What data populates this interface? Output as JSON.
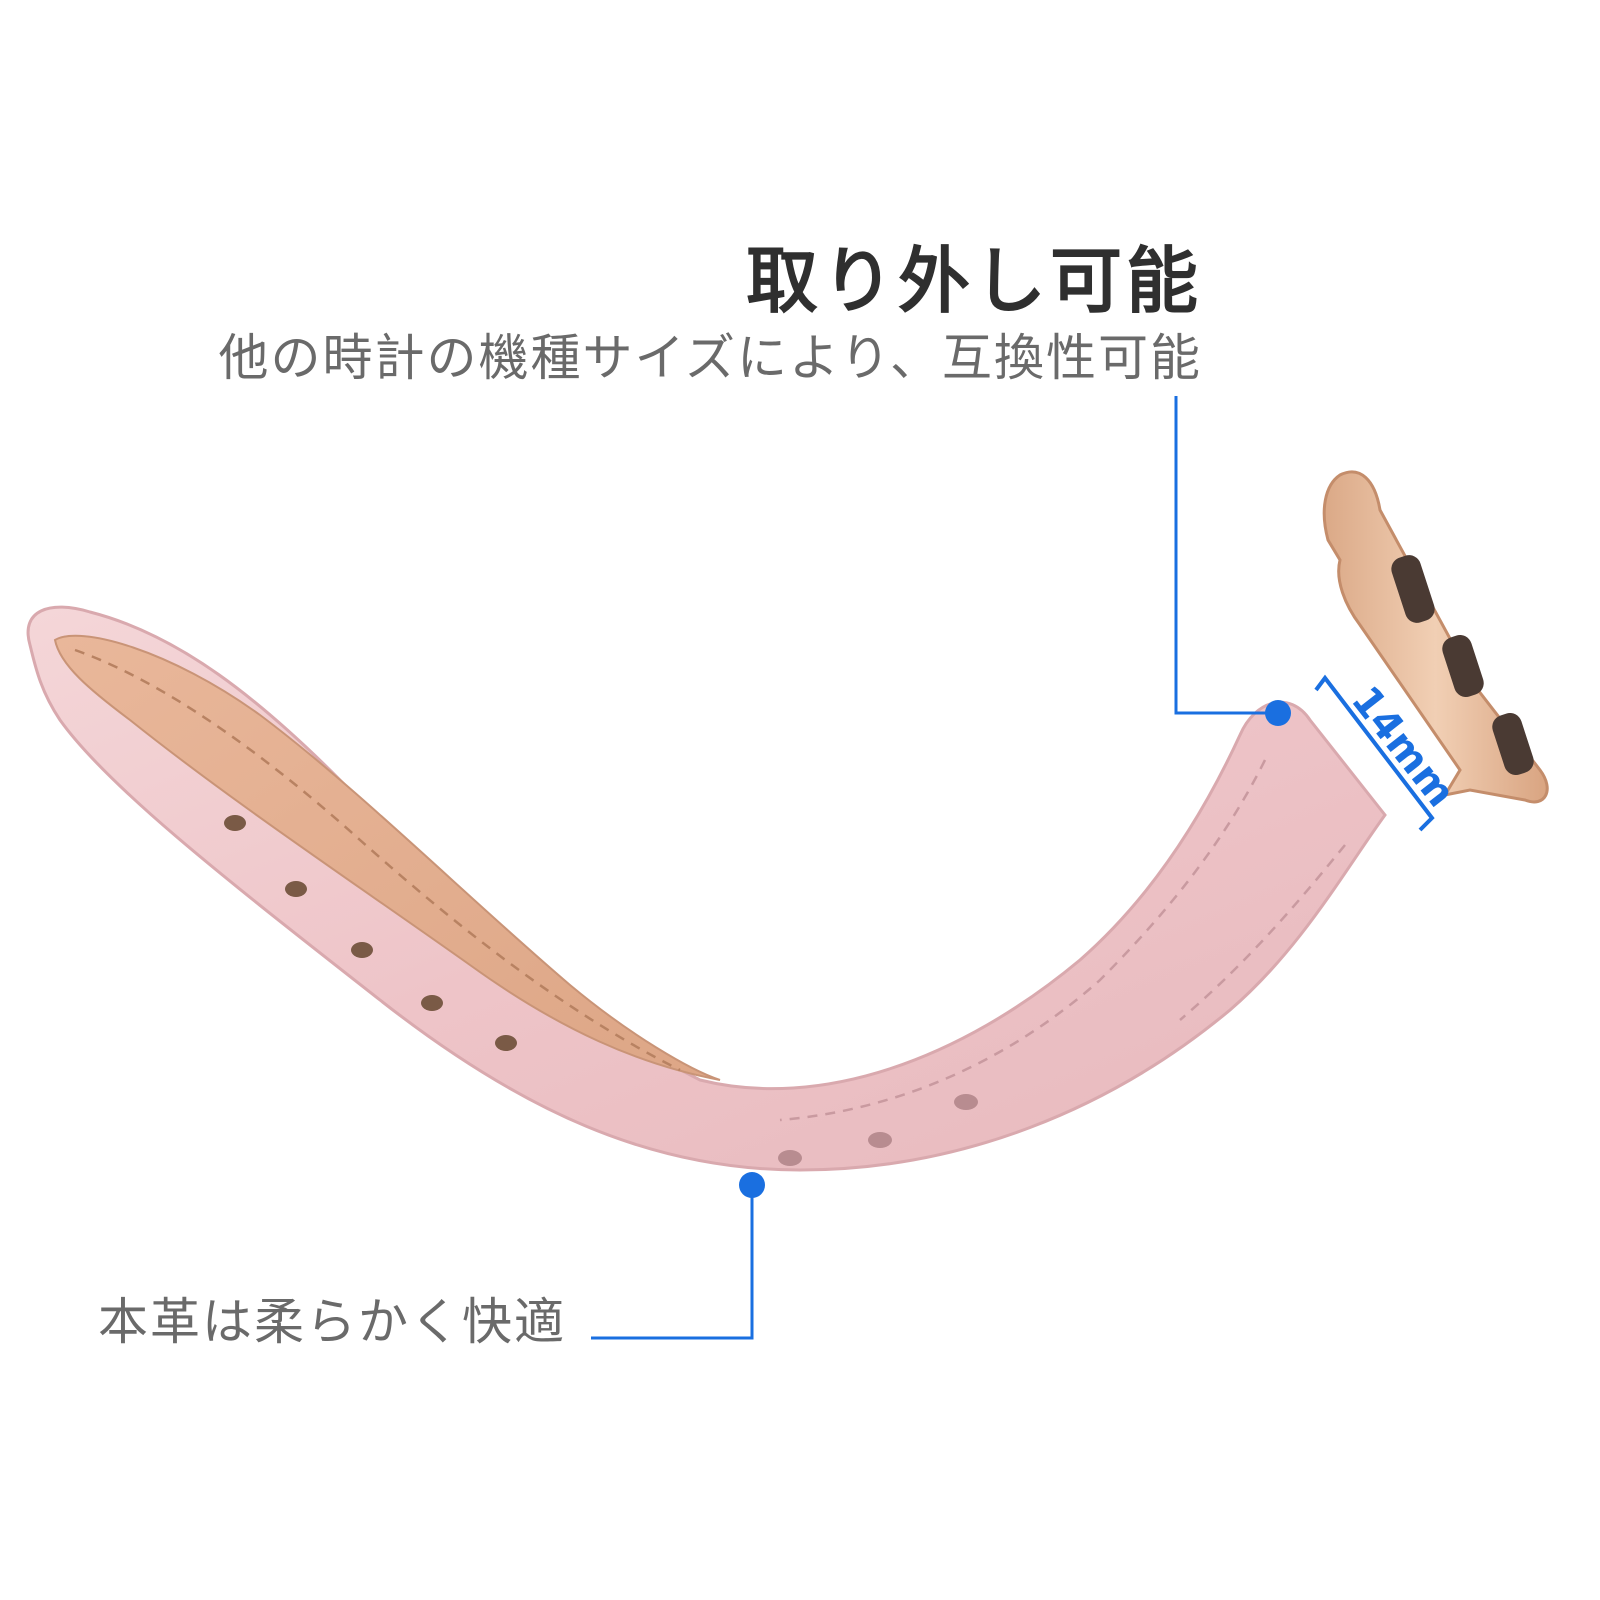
{
  "feature_title": "取り外し可能",
  "feature_subtitle": "他の時計の機種サイズにより、互換性可能",
  "leather_callout": "本革は柔らかく快適",
  "width_dimension": "14mm",
  "colors": {
    "accent_blue": "#1a6fe0",
    "strap_pink": "#efc9cc",
    "strap_underside": "#e6b497",
    "connector_rose_gold": "#e8bf9f",
    "title_text": "#2f2f2f",
    "body_text": "#6a6a6a"
  },
  "icons": [
    "callout-dot",
    "callout-line",
    "dimension-bracket"
  ]
}
